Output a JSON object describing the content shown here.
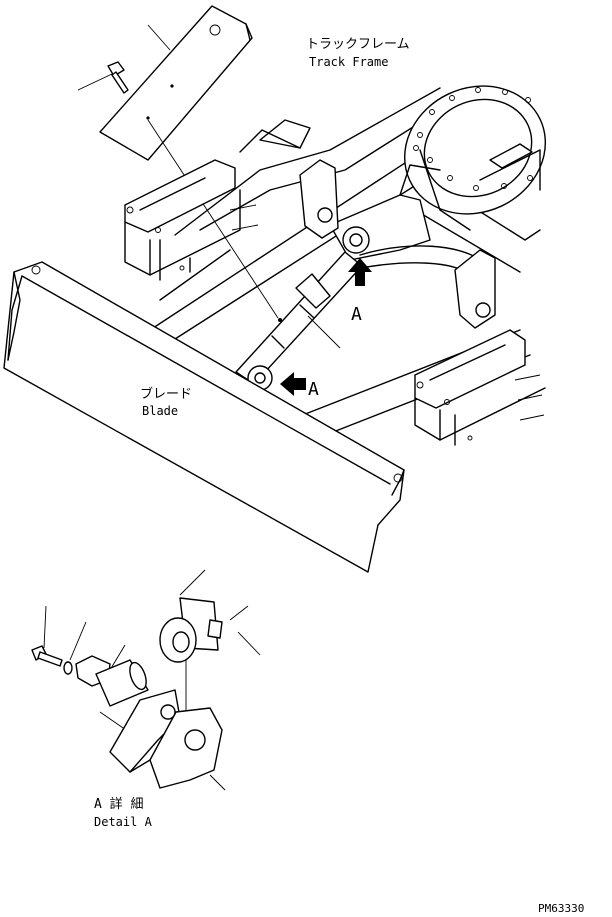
{
  "labels": {
    "track_frame_jp": "トラックフレーム",
    "track_frame_en": "Track Frame",
    "blade_jp": "ブレード",
    "blade_en": "Blade",
    "view_marker_1": "A",
    "view_marker_2": "A",
    "detail_jp": "A 詳 細",
    "detail_en": "Detail A",
    "drawing_number": "PM63330"
  },
  "icons": {
    "view_arrow": "block-arrow",
    "cylinder": "hydraulic-cylinder",
    "pin": "pin-with-bolt"
  }
}
